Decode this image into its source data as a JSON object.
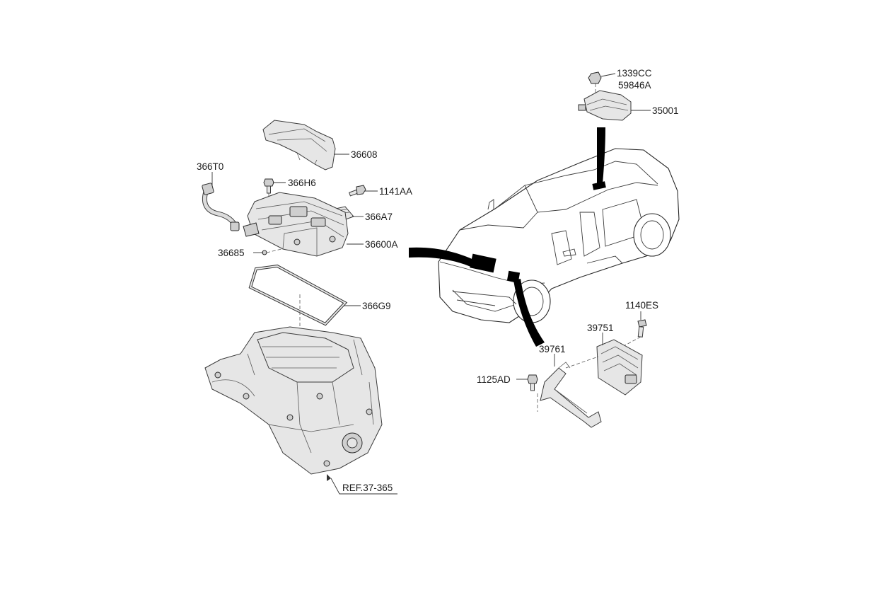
{
  "diagram": {
    "labels": {
      "p366T0": "366T0",
      "p36608": "36608",
      "p366H6": "366H6",
      "p1141AA": "1141AA",
      "p366A7": "366A7",
      "p36600A": "36600A",
      "p36685": "36685",
      "p366G9": "366G9",
      "pRef": "REF.37-365",
      "p1339CC": "1339CC",
      "p59846A": "59846A",
      "p35001": "35001",
      "p1140ES": "1140ES",
      "p39751": "39751",
      "p39761": "39761",
      "p1125AD": "1125AD"
    }
  }
}
